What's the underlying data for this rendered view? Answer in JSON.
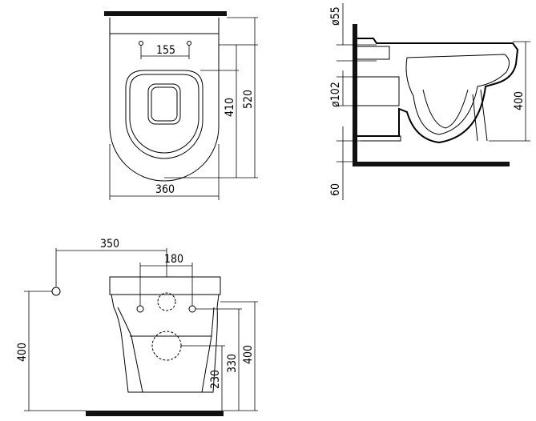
{
  "top_view": {
    "d155": "155",
    "d410": "410",
    "d520": "520",
    "d360": "360"
  },
  "side_view": {
    "d55": "ø55",
    "d102": "ø102",
    "d400": "400",
    "d60": "60"
  },
  "front_view": {
    "d350": "350",
    "d180": "180",
    "d400_left": "400",
    "d230": "230",
    "d330": "330",
    "d400_right": "400"
  }
}
